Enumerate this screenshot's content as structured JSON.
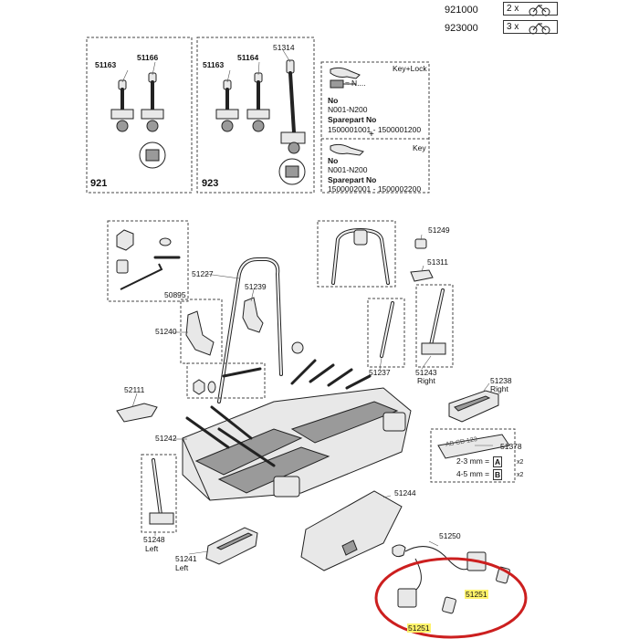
{
  "variants": [
    {
      "code": "921000",
      "qty": "2 x"
    },
    {
      "code": "923000",
      "qty": "3 x"
    }
  ],
  "box921": {
    "title": "921",
    "left_label": "51163",
    "right_label": "51166"
  },
  "box923": {
    "title": "923",
    "left_label": "51163",
    "mid_label": "51164",
    "right_label": "51314"
  },
  "keys": {
    "keylock_title": "Key+Lock",
    "keylock_n": "≈ N....",
    "no_label_1": "No",
    "no_range_1": "N001-N200",
    "sparepart_label_1": "Sparepart No",
    "sparepart_range_1": "1500001001 - 1500001200",
    "key_title": "Key",
    "no_label_2": "No",
    "no_range_2": "N001-N200",
    "sparepart_label_2": "Sparepart No",
    "sparepart_range_2": "1500002001 - 1500002200"
  },
  "parts": {
    "p50895": "50895",
    "p51227": "51227",
    "p51239": "51239",
    "p51240": "51240",
    "p51249": "51249",
    "p51311": "51311",
    "p51237": "51237",
    "p51243": "51243",
    "p51243_side": "Right",
    "p51238": "51238",
    "p51238_side": "Right",
    "p52111": "52111",
    "p51242": "51242",
    "p51378": "51378",
    "size_a": "2-3 mm =",
    "size_a_letter": "A",
    "size_a_qty": "x2",
    "size_b": "4-5 mm =",
    "size_b_letter": "B",
    "size_b_qty": "x2",
    "plate_text": "AB CD 123",
    "p51244": "51244",
    "p51248": "51248",
    "p51248_side": "Left",
    "p51241": "51241",
    "p51241_side": "Left",
    "p51250": "51250",
    "p51251_a": "51251",
    "p51251_b": "51251"
  },
  "colors": {
    "highlight": "#fff36b",
    "circle": "#cc1f1f"
  }
}
